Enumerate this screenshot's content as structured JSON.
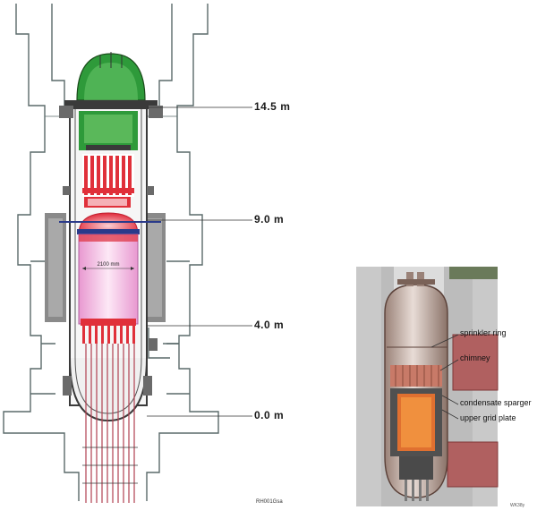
{
  "left_diagram": {
    "elevations": [
      "14.5 m",
      "9.0 m",
      "4.0 m",
      "0.0 m"
    ],
    "diameter_label": "2100 mm",
    "figure_code": "RH001Gsa"
  },
  "right_diagram": {
    "labels": [
      "sprinkler ring",
      "chimney",
      "condensate sparger",
      "upper grid plate"
    ],
    "figure_code": "WK38y"
  },
  "colors": {
    "concrete_line": "#5a6a6a",
    "green_head": "#2e9a3a",
    "red_internals": "#e0303a",
    "pink_core": "#f0b8e0",
    "vessel_steel": "#b09a90",
    "core_orange": "#e07030",
    "brick_red": "#b06060",
    "shield_grey": "#8a8a8a"
  }
}
